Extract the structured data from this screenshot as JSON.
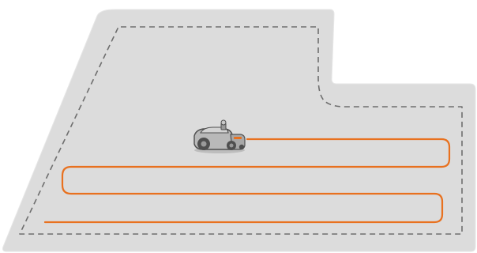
{
  "diagram": {
    "colors": {
      "background": "#ffffff",
      "lawn_fill": "#dcdcdc",
      "lawn_edge": "#e6e6e6",
      "boundary_dash": "#6e6e6e",
      "mowing_path": "#e8711f",
      "mower_body": "#b9b9b9",
      "mower_dark": "#4f4f4f",
      "mower_accent": "#e8711f"
    },
    "elements": {
      "lawn_area": "mowing-area",
      "boundary": "virtual-boundary",
      "path": "mowing-path",
      "mower": "robotic-lawn-mower-icon"
    }
  }
}
